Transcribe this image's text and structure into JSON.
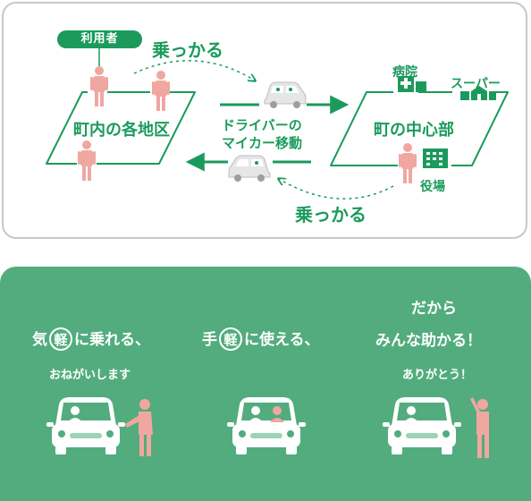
{
  "top": {
    "user_badge": "利用者",
    "ride_label_top": "乗っかる",
    "ride_label_bottom": "乗っかる",
    "left_area": "町内の各地区",
    "right_area": "町の中心部",
    "driver_line1": "ドライバーの",
    "driver_line2": "マイカー移動",
    "hospital": "病院",
    "supermarket": "スーパー",
    "town_office": "役場"
  },
  "bottom": {
    "col1": {
      "pre": "気",
      "circled": "軽",
      "post": "に乗れる、",
      "speech": "おねがいします"
    },
    "col2": {
      "pre": "手",
      "circled": "軽",
      "post": "に使える、"
    },
    "col3": {
      "line1": "だから",
      "line2": "みんな助かる！",
      "speech": "ありがとう！"
    }
  },
  "colors": {
    "green": "#1b9a5c",
    "panel_green": "#53ac7e",
    "person": "#f0a7a0",
    "car": "#e6e6e6",
    "border": "#c8c8c8"
  }
}
